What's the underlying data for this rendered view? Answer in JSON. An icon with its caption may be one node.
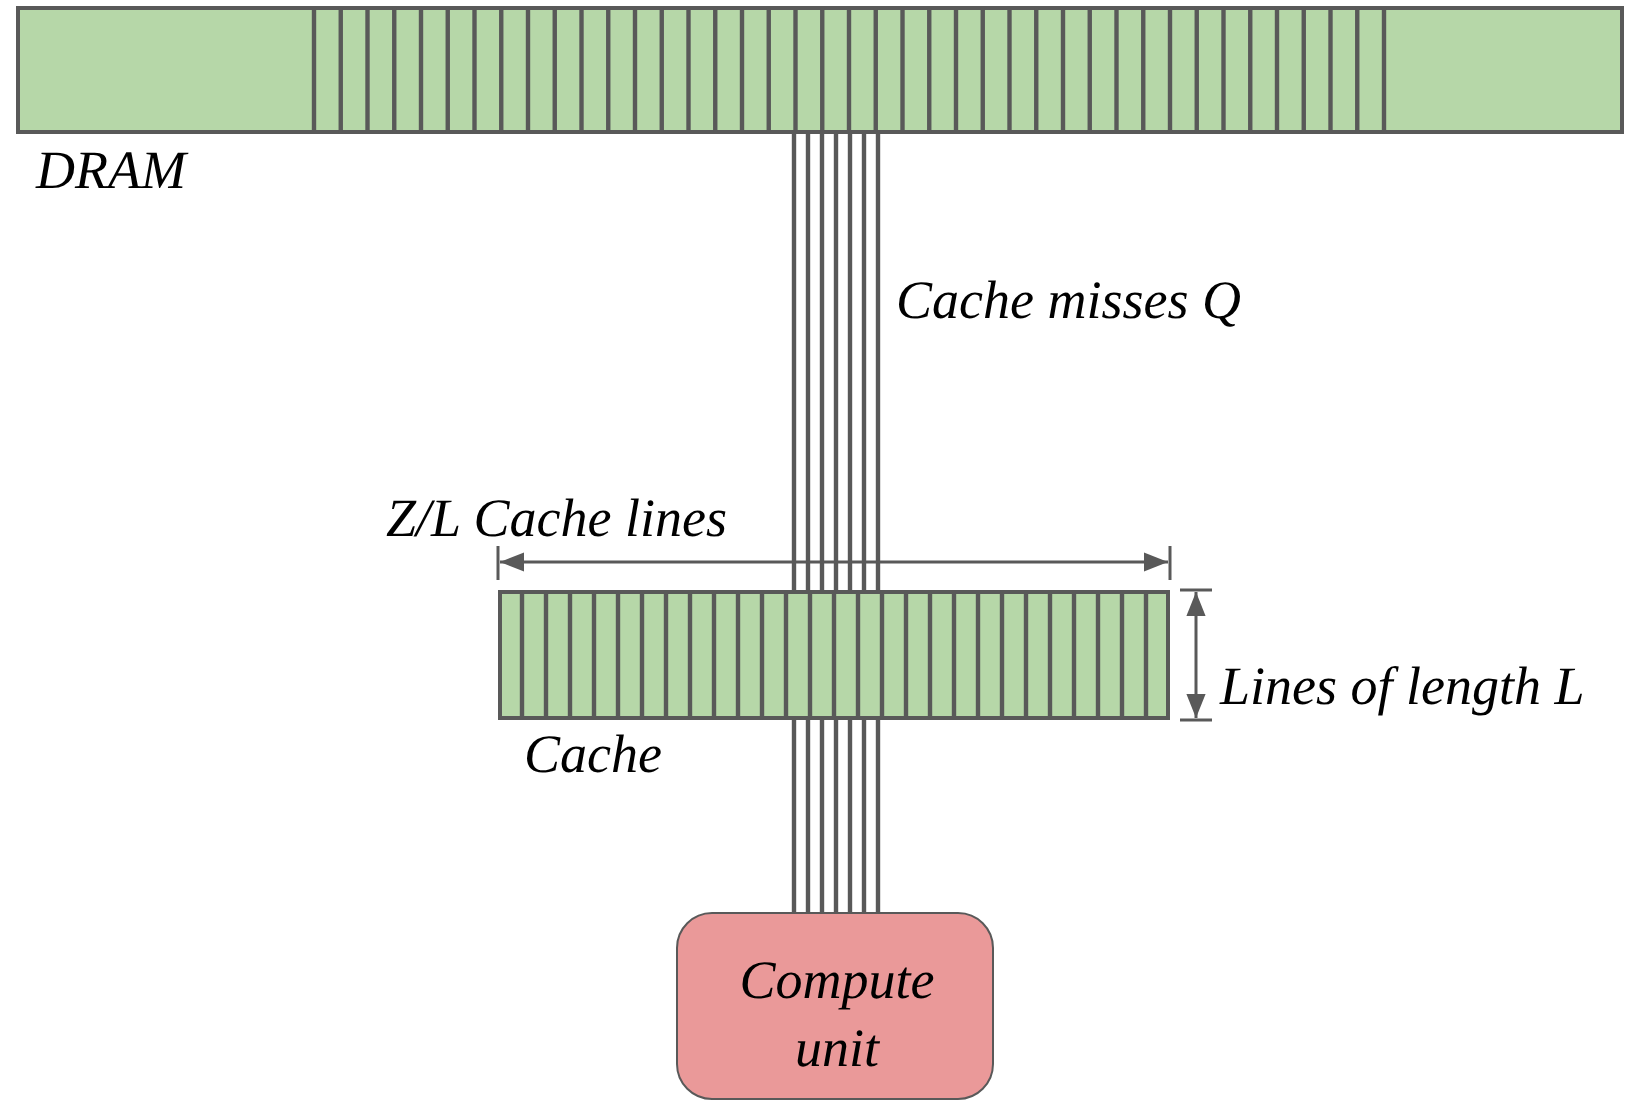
{
  "diagram": {
    "nodes": [
      {
        "text": [
          "DRAM"
        ]
      },
      {
        "text": [
          "Cache"
        ]
      },
      {
        "text": [
          "Compute unit"
        ]
      }
    ],
    "edges": [
      {
        "from": 0,
        "to": 1,
        "arrow": "none"
      },
      {
        "from": 0,
        "to": 1,
        "arrow": "none"
      },
      {
        "from": 0,
        "to": 1,
        "arrow": "none"
      },
      {
        "from": 0,
        "to": 1,
        "arrow": "none"
      },
      {
        "from": 0,
        "to": 1,
        "arrow": "none"
      },
      {
        "from": 0,
        "to": 1,
        "arrow": "none"
      },
      {
        "from": 0,
        "to": 1,
        "arrow": "none"
      },
      {
        "from": 1,
        "to": 2,
        "arrow": "none"
      },
      {
        "from": 1,
        "to": 2,
        "arrow": "none"
      },
      {
        "from": 1,
        "to": 2,
        "arrow": "none"
      },
      {
        "from": 1,
        "to": 2,
        "arrow": "none"
      },
      {
        "from": 1,
        "to": 2,
        "arrow": "none"
      },
      {
        "from": 1,
        "to": 2,
        "arrow": "none"
      },
      {
        "from": 1,
        "to": 2,
        "arrow": "none"
      }
    ],
    "labels": [
      "Cache misses Q",
      "Z/L Cache lines",
      "Lines of length L"
    ]
  }
}
